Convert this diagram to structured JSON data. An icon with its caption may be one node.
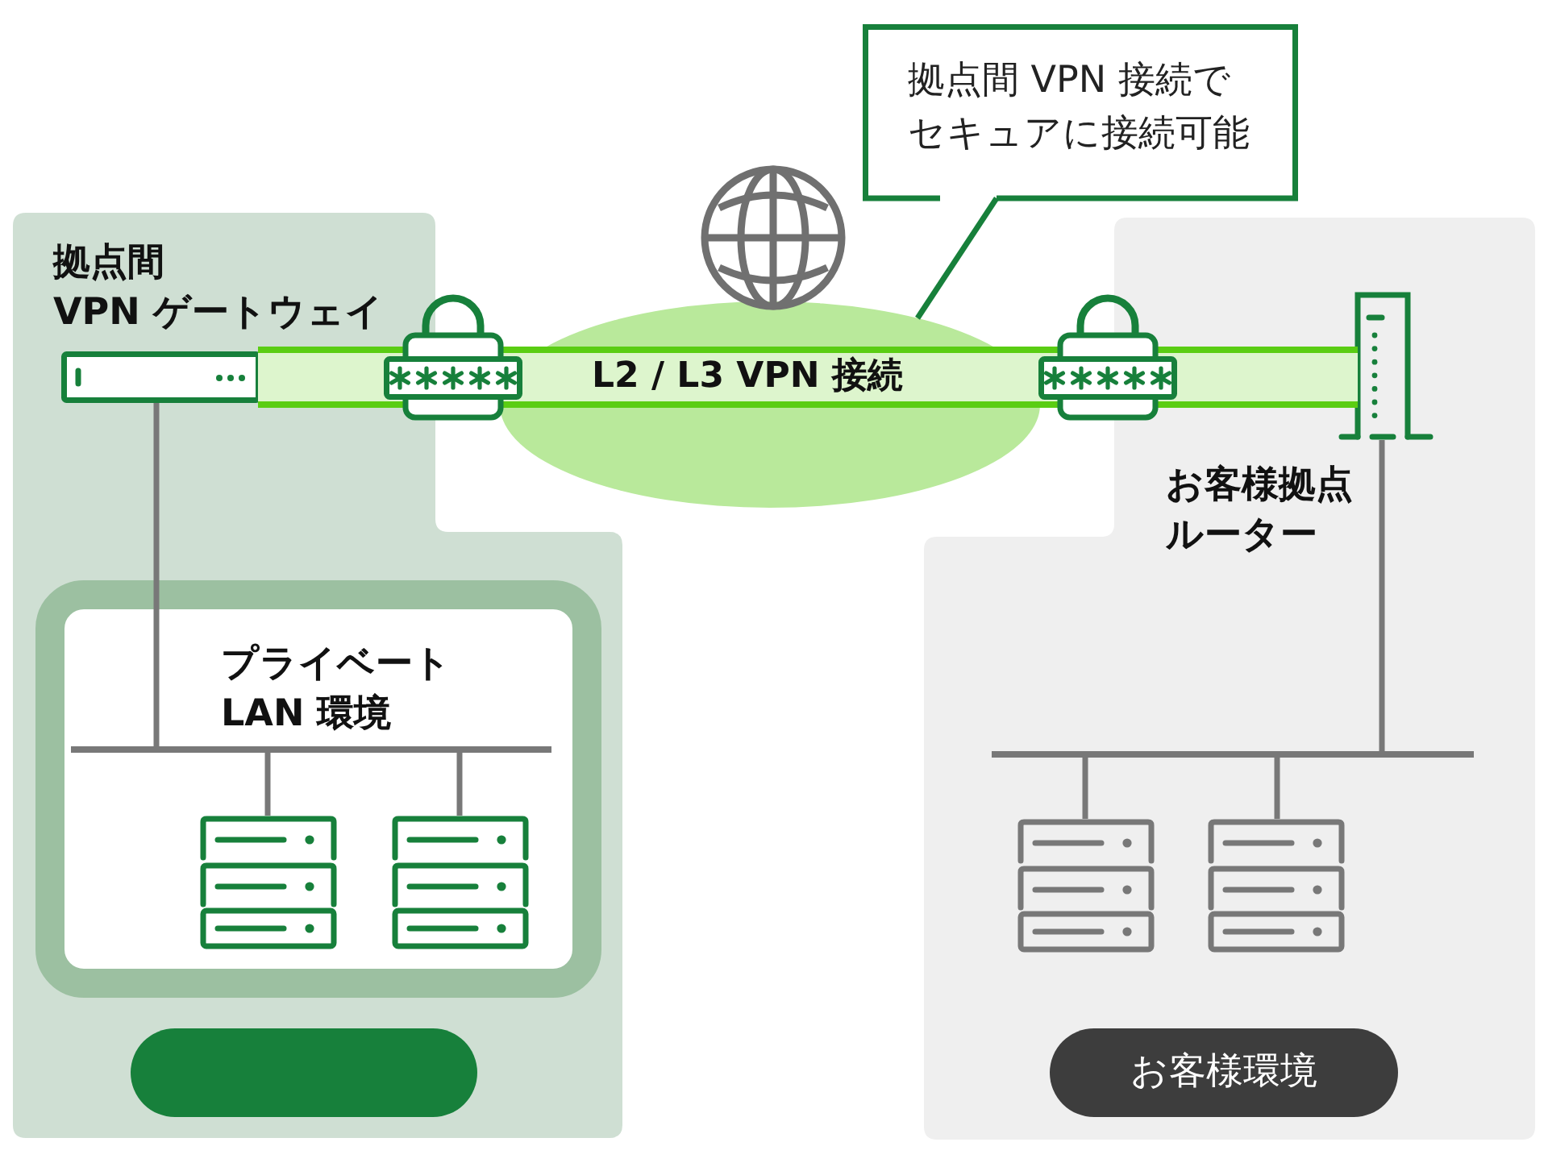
{
  "diagram": {
    "nodes": [
      {
        "text": [
          "拠点間 VPN 接続でセキュアに接続可能"
        ]
      },
      {
        "text": [],
        "shape": "ellipse"
      },
      {
        "text": [
          "L2 / L3 VPN 接続"
        ]
      },
      {
        "text": [],
        "shape": "box"
      },
      {
        "text": [
          "拠点間 VPN ゲートウェイ"
        ],
        "in": 3
      },
      {
        "text": [
          "プライベート LAN 環境"
        ],
        "in": 3
      },
      {
        "text": [],
        "shape": "bar",
        "in": 5
      },
      {
        "text": [],
        "shape": "picture",
        "in": 5
      },
      {
        "text": [],
        "shape": "picture",
        "in": 5
      },
      {
        "text": [],
        "shape": "box",
        "in": 3
      },
      {
        "text": [],
        "shape": "box"
      },
      {
        "text": [],
        "shape": "picture",
        "in": 10,
        "beside": [
          "お客様拠点ルーター"
        ]
      },
      {
        "text": [],
        "shape": "bar",
        "in": 10
      },
      {
        "text": [],
        "shape": "picture",
        "in": 10
      },
      {
        "text": [],
        "shape": "picture",
        "in": 10
      },
      {
        "text": [
          "お客様環境"
        ],
        "in": 10
      }
    ],
    "edges": [
      {
        "from": 0,
        "to": 1,
        "arrow": "none",
        "color": "#17803b"
      },
      {
        "from": 4,
        "to": 6,
        "arrow": "none"
      },
      {
        "from": 6,
        "to": 7,
        "arrow": "none"
      },
      {
        "from": 6,
        "to": 8,
        "arrow": "none"
      },
      {
        "from": 11,
        "to": 12,
        "arrow": "none"
      },
      {
        "from": 12,
        "to": 13,
        "arrow": "none"
      },
      {
        "from": 12,
        "to": 14,
        "arrow": "none"
      }
    ]
  }
}
